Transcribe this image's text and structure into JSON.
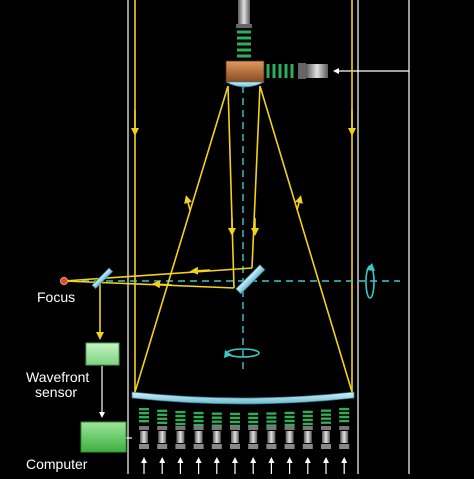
{
  "labels": {
    "focus": "Focus",
    "wavefront_line1": "Wavefront",
    "wavefront_line2": "sensor",
    "computer": "Computer"
  },
  "colors": {
    "background": "#000000",
    "light_beam": "#f2d21a",
    "optical_axis": "#3cc8c8",
    "frame_lines": "#ffffff",
    "optic_glass": "#9fd8e8",
    "secondary_mount": "#b06a3a",
    "spring": "#2fae5a",
    "actuator": "#9a9a9a",
    "sensor_box": "#9ee6a0",
    "computer_box": "#6fd36f",
    "focus_point": "#e04a2a"
  },
  "icons": [
    "rotation-arrow-icon",
    "actuator-icon",
    "spring-icon",
    "arrow-up-icon"
  ]
}
